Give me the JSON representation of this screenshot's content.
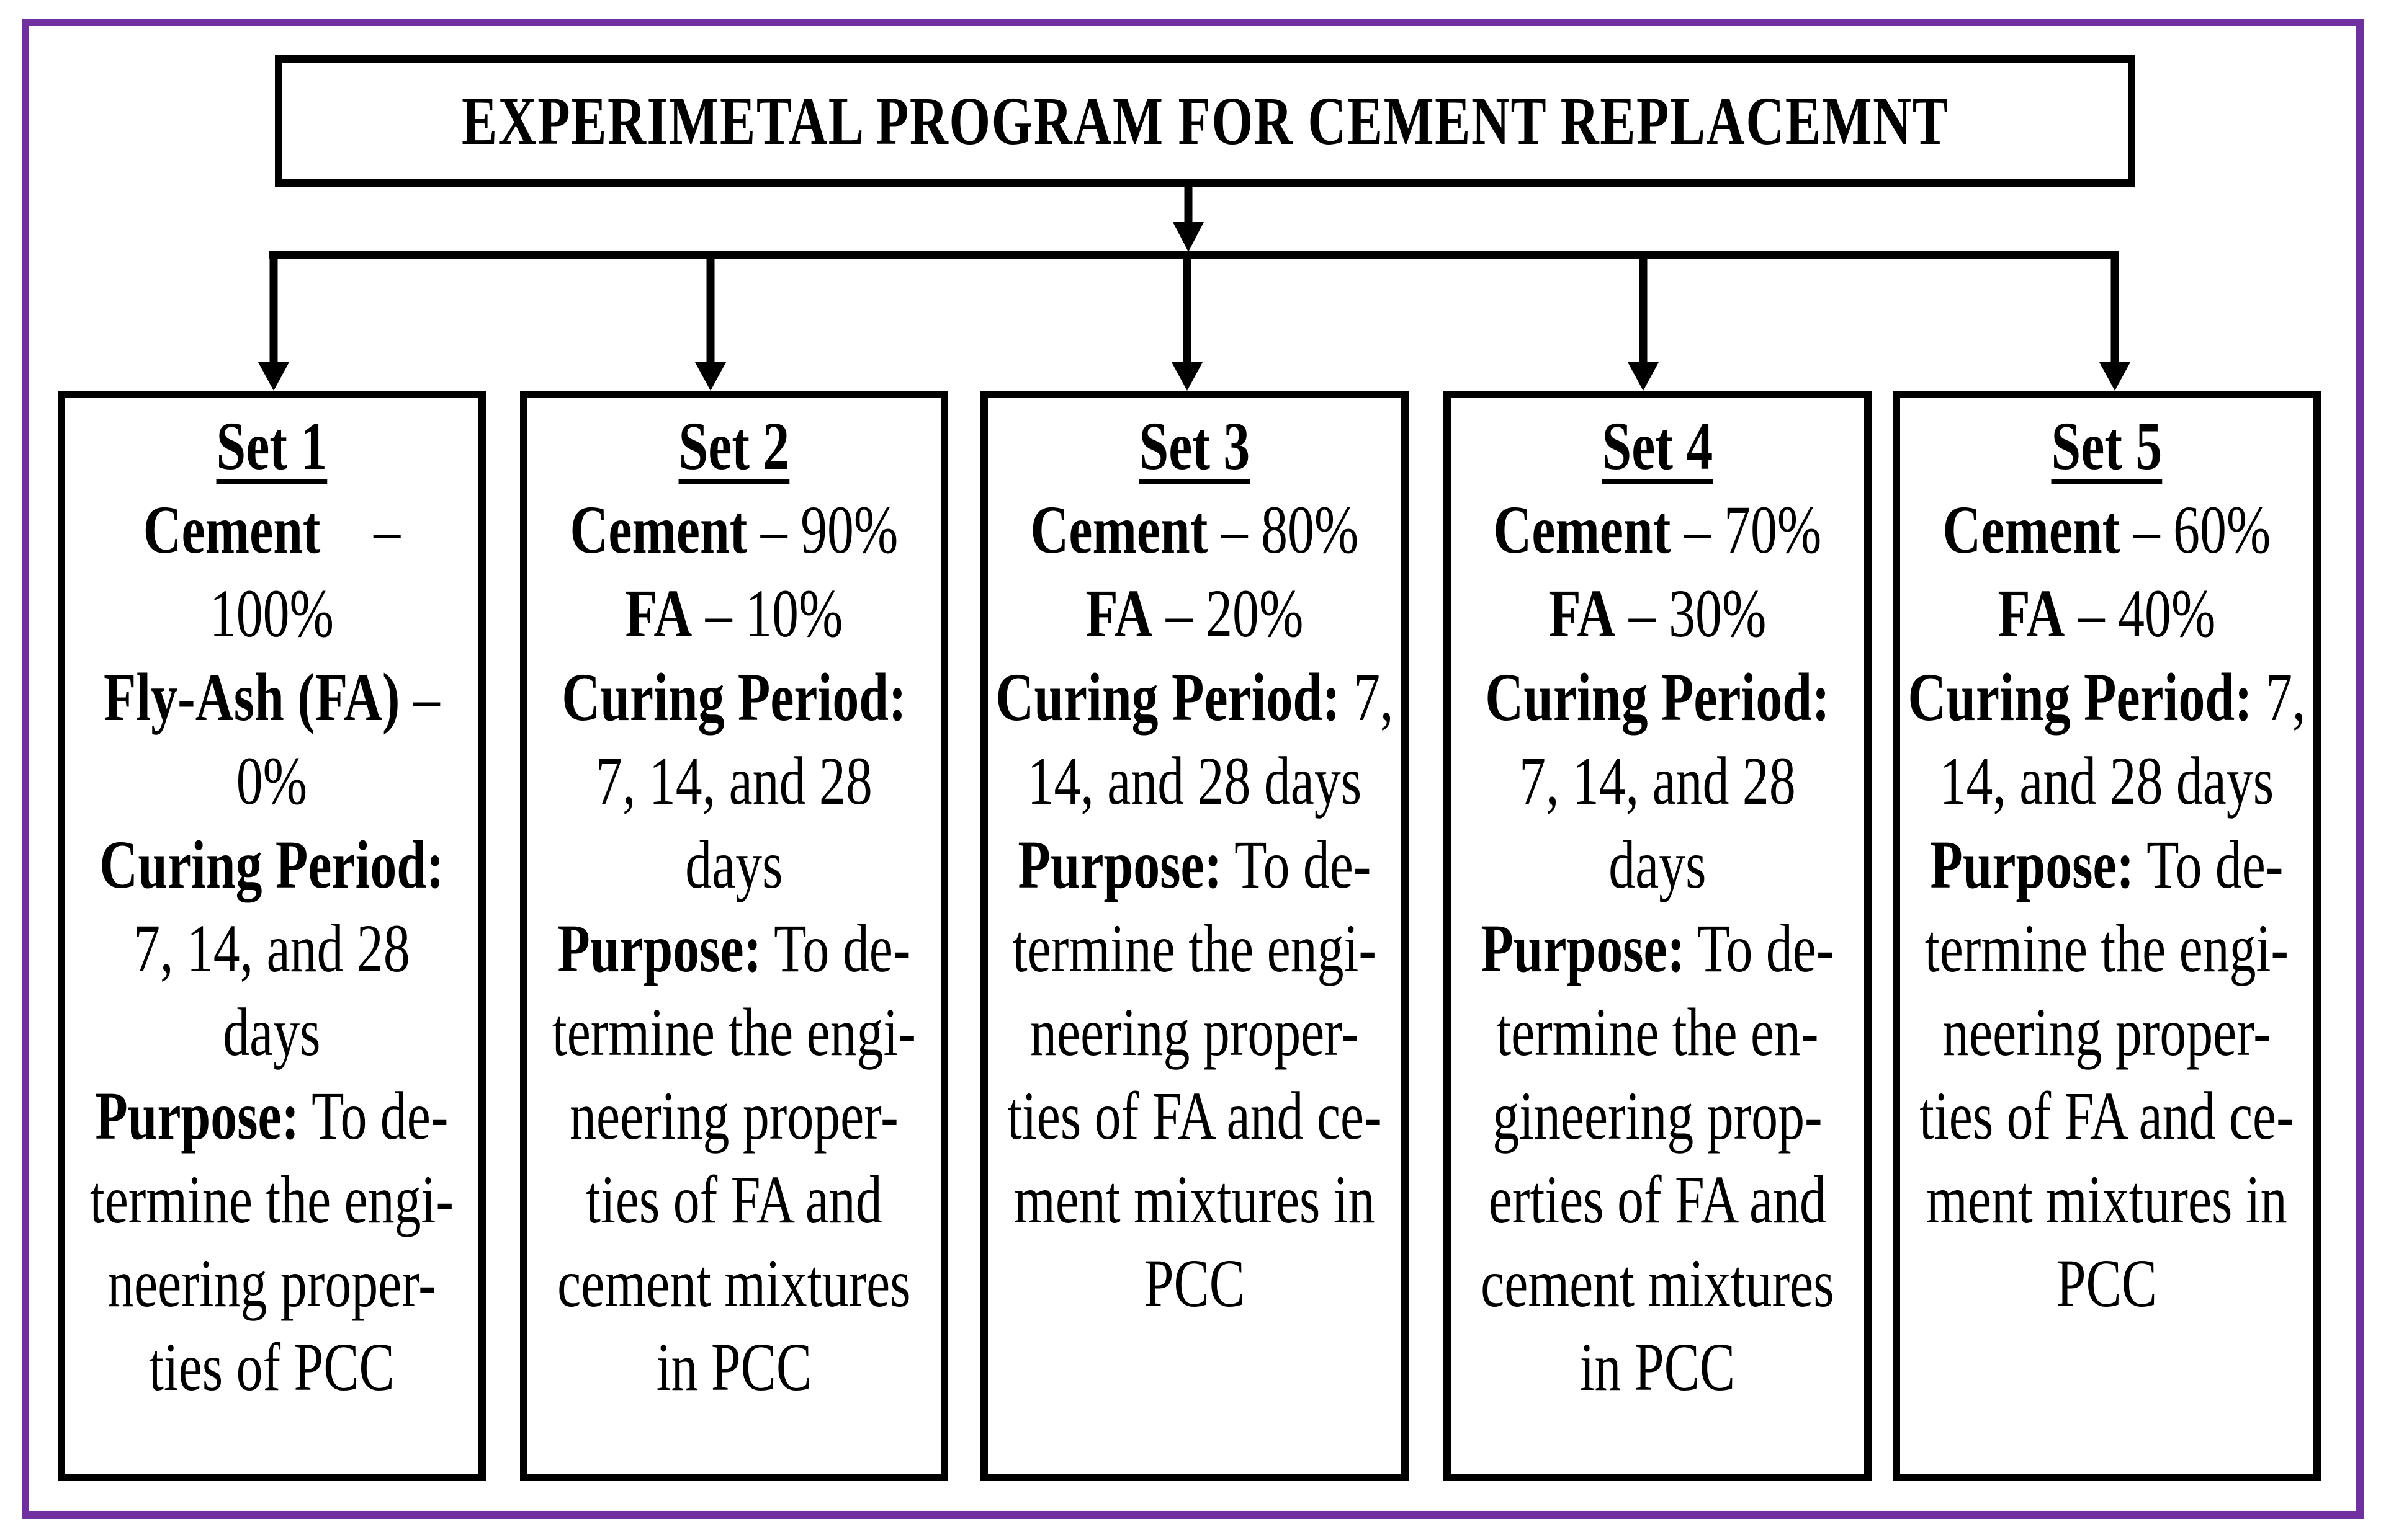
{
  "title": "EXPERIMETAL PROGRAM FOR CEMENT REPLACEMNT",
  "colors": {
    "frame": "#7030A0",
    "box_border": "#000000",
    "text": "#000000",
    "background": "#FFFFFF"
  },
  "connector": {
    "type": "tree-arrows",
    "branches": 5
  },
  "sets": [
    {
      "heading": "Set 1",
      "lines": [
        [
          {
            "t": "Cement",
            "b": true
          },
          {
            "t": "    –",
            "b": false
          }
        ],
        [
          {
            "t": "100%",
            "b": false
          }
        ],
        [
          {
            "t": "Fly-Ash (FA)",
            "b": true
          },
          {
            "t": " –",
            "b": false
          }
        ],
        [
          {
            "t": "0%",
            "b": false
          }
        ],
        [
          {
            "t": "Curing Period:",
            "b": true
          }
        ],
        [
          {
            "t": "7, 14, and 28",
            "b": false
          }
        ],
        [
          {
            "t": "days",
            "b": false
          }
        ],
        [
          {
            "t": "Purpose:",
            "b": true
          },
          {
            "t": " To de-",
            "b": false
          }
        ],
        [
          {
            "t": "termine the engi-",
            "b": false
          }
        ],
        [
          {
            "t": "neering proper-",
            "b": false
          }
        ],
        [
          {
            "t": "ties of PCC",
            "b": false
          }
        ]
      ]
    },
    {
      "heading": "Set 2",
      "lines": [
        [
          {
            "t": "Cement",
            "b": true
          },
          {
            "t": " – 90%",
            "b": false
          }
        ],
        [
          {
            "t": "FA",
            "b": true
          },
          {
            "t": " – 10%",
            "b": false
          }
        ],
        [
          {
            "t": "Curing Period:",
            "b": true
          }
        ],
        [
          {
            "t": "7, 14, and 28",
            "b": false
          }
        ],
        [
          {
            "t": "days",
            "b": false
          }
        ],
        [
          {
            "t": "Purpose:",
            "b": true
          },
          {
            "t": " To de-",
            "b": false
          }
        ],
        [
          {
            "t": "termine the engi-",
            "b": false
          }
        ],
        [
          {
            "t": "neering proper-",
            "b": false
          }
        ],
        [
          {
            "t": "ties of FA and",
            "b": false
          }
        ],
        [
          {
            "t": "cement mixtures",
            "b": false
          }
        ],
        [
          {
            "t": "in PCC",
            "b": false
          }
        ]
      ]
    },
    {
      "heading": "Set 3",
      "lines": [
        [
          {
            "t": "Cement",
            "b": true
          },
          {
            "t": " – 80%",
            "b": false
          }
        ],
        [
          {
            "t": "FA",
            "b": true
          },
          {
            "t": " – 20%",
            "b": false
          }
        ],
        [
          {
            "t": "Curing Period:",
            "b": true
          },
          {
            "t": " 7,",
            "b": false
          }
        ],
        [
          {
            "t": "14, and 28 days",
            "b": false
          }
        ],
        [
          {
            "t": "Purpose:",
            "b": true
          },
          {
            "t": " To de-",
            "b": false
          }
        ],
        [
          {
            "t": "termine the engi-",
            "b": false
          }
        ],
        [
          {
            "t": "neering proper-",
            "b": false
          }
        ],
        [
          {
            "t": "ties of FA and ce-",
            "b": false
          }
        ],
        [
          {
            "t": "ment mixtures in",
            "b": false
          }
        ],
        [
          {
            "t": "PCC",
            "b": false
          }
        ]
      ]
    },
    {
      "heading": "Set 4",
      "lines": [
        [
          {
            "t": "Cement",
            "b": true
          },
          {
            "t": " – 70%",
            "b": false
          }
        ],
        [
          {
            "t": "FA",
            "b": true
          },
          {
            "t": " – 30%",
            "b": false
          }
        ],
        [
          {
            "t": "Curing Period:",
            "b": true
          }
        ],
        [
          {
            "t": "7, 14, and 28",
            "b": false
          }
        ],
        [
          {
            "t": "days",
            "b": false
          }
        ],
        [
          {
            "t": "Purpose:",
            "b": true
          },
          {
            "t": " To de-",
            "b": false
          }
        ],
        [
          {
            "t": "termine the en-",
            "b": false
          }
        ],
        [
          {
            "t": "gineering prop-",
            "b": false
          }
        ],
        [
          {
            "t": "erties of FA and",
            "b": false
          }
        ],
        [
          {
            "t": "cement mixtures",
            "b": false
          }
        ],
        [
          {
            "t": "in PCC",
            "b": false
          }
        ]
      ]
    },
    {
      "heading": "Set 5",
      "lines": [
        [
          {
            "t": "Cement",
            "b": true
          },
          {
            "t": " – 60%",
            "b": false
          }
        ],
        [
          {
            "t": "FA",
            "b": true
          },
          {
            "t": " – 40%",
            "b": false
          }
        ],
        [
          {
            "t": "Curing Period:",
            "b": true
          },
          {
            "t": " 7,",
            "b": false
          }
        ],
        [
          {
            "t": "14, and 28 days",
            "b": false
          }
        ],
        [
          {
            "t": "Purpose:",
            "b": true
          },
          {
            "t": " To de-",
            "b": false
          }
        ],
        [
          {
            "t": "termine the engi-",
            "b": false
          }
        ],
        [
          {
            "t": "neering proper-",
            "b": false
          }
        ],
        [
          {
            "t": "ties of FA and ce-",
            "b": false
          }
        ],
        [
          {
            "t": "ment mixtures in",
            "b": false
          }
        ],
        [
          {
            "t": "PCC",
            "b": false
          }
        ]
      ]
    }
  ]
}
